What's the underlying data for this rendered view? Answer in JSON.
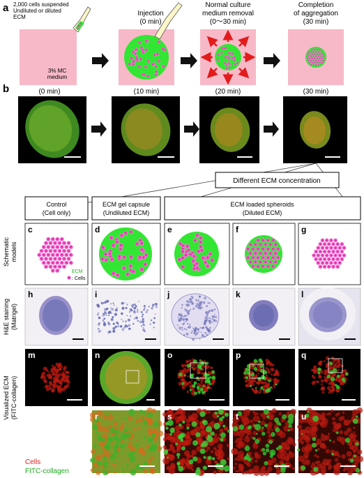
{
  "panel_letters": {
    "a": "a",
    "b": "b",
    "c": "c",
    "d": "d",
    "e": "e",
    "f": "f",
    "g": "g",
    "h": "h",
    "i": "i",
    "j": "j",
    "k": "k",
    "l": "l",
    "m": "m",
    "n": "n",
    "o": "o",
    "p": "p",
    "q": "q",
    "r": "r",
    "s": "s",
    "t": "t",
    "u": "u"
  },
  "step1": {
    "line1": "2,000 cells suspended",
    "line2": "Undiluted or diluted",
    "line3": "ECM",
    "medium1": "3% MC",
    "medium2": "medium",
    "time": "(0 min)"
  },
  "step2": {
    "title1": "Injection",
    "title2": "(0 min)",
    "time": "(10 min)"
  },
  "step3": {
    "title1": "Normal culture",
    "title2": "medium removal",
    "title3": "(0〜30 min)",
    "time": "(20 min)"
  },
  "step4": {
    "title1": "Completion",
    "title2": "of aggregation",
    "title3": "(30 min)",
    "time": "(30 min)"
  },
  "ecm_box": "Different ECM concentration",
  "groups": {
    "control1": "Control",
    "control2": "(Cell only)",
    "capsule1": "ECM gel capsule",
    "capsule2": "(Undiluted ECM)",
    "loaded1": "ECM loaded spheroids",
    "loaded2": "(Diluted  ECM)"
  },
  "row_labels": {
    "schematic1": "Schematic",
    "schematic2": "models",
    "he1": "H&E staining",
    "he2": "(Matrigel)",
    "vis1": "Visualized ECM",
    "vis2": "(FITC-collagen)"
  },
  "legend_schematic": {
    "ecm": "ECM",
    "cells": ": Cells"
  },
  "legend_bottom": {
    "cells": "Cells",
    "fitc": "FITC-collagen"
  },
  "colors": {
    "ecm_green": "#33e633",
    "cell_pink": "#e83cc0",
    "medium_pink": "#f7b9c8",
    "arrow_red": "#e31b1b",
    "he_purple": "#6a6fb5"
  }
}
